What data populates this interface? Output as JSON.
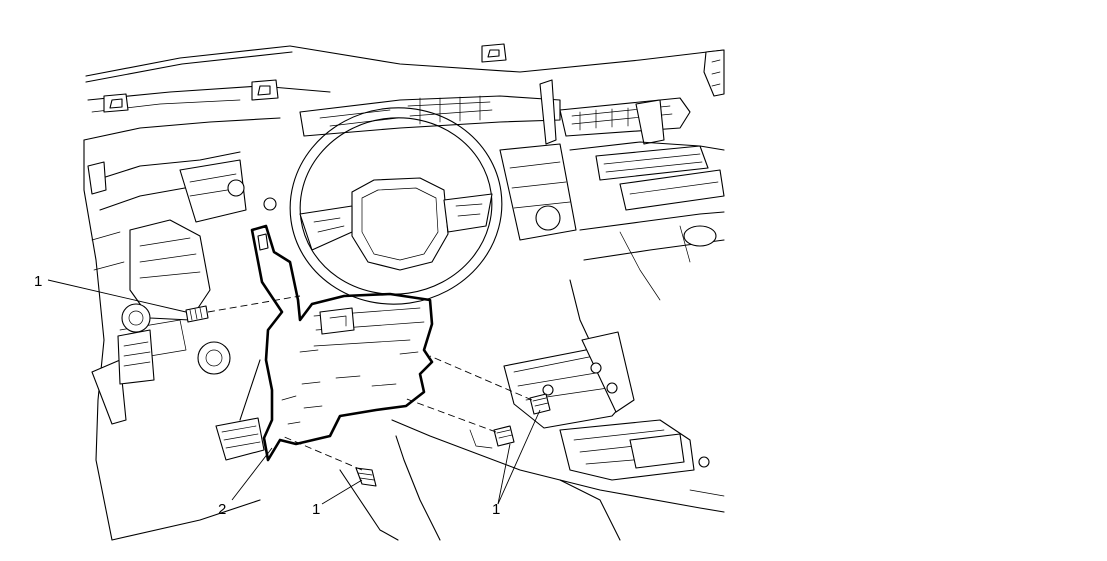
{
  "callouts": [
    {
      "id": "bolt-left-upper",
      "label": "1"
    },
    {
      "id": "bracket",
      "label": "2"
    },
    {
      "id": "bolt-lower-center",
      "label": "1"
    },
    {
      "id": "bolts-right",
      "label": "1"
    }
  ]
}
